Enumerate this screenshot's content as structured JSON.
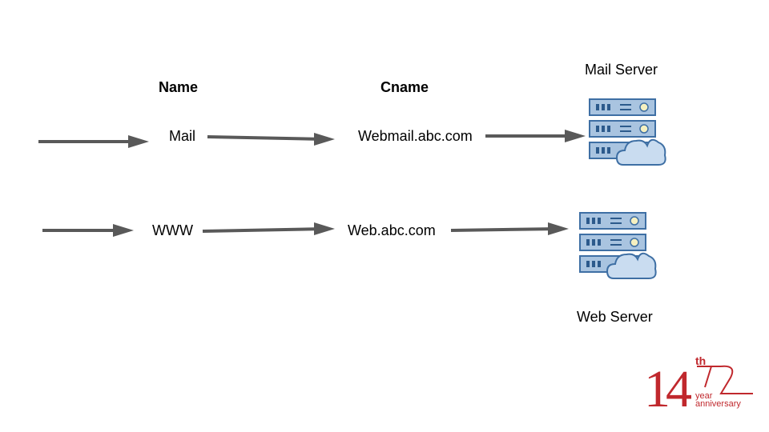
{
  "headers": {
    "name": "Name",
    "cname": "Cname"
  },
  "rows": [
    {
      "name": "Mail",
      "cname": "Webmail.abc.com",
      "server_label": "Mail Server",
      "server_icon": "server-cloud-icon"
    },
    {
      "name": "WWW",
      "cname": "Web.abc.com",
      "server_label": "Web Server",
      "server_icon": "server-cloud-icon"
    }
  ],
  "logo": {
    "number": "14",
    "suffix": "th",
    "line1": "year",
    "line2": "anniversary"
  },
  "colors": {
    "arrow": "#595959",
    "server_fill": "#a9c4e0",
    "server_stroke": "#3e6fa4",
    "cloud_fill": "#c9dcf0",
    "logo_red": "#c0282d"
  }
}
